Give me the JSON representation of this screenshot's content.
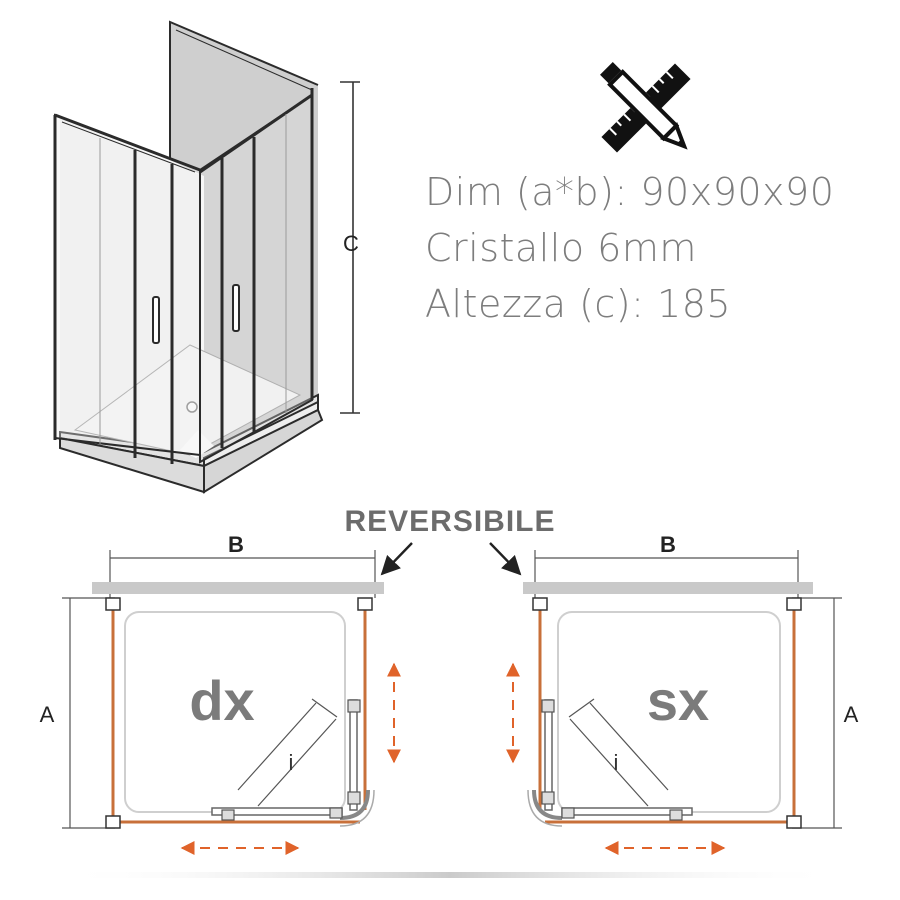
{
  "specs": {
    "dimensions": "Dim (a*b): 90x90x90",
    "glass": "Cristallo 6mm",
    "height": "Altezza (c): 185"
  },
  "labels": {
    "height_c": "C",
    "reversible": "REVERSIBILE",
    "width_b_left": "B",
    "width_b_right": "B",
    "depth_a_left": "A",
    "depth_a_right": "A",
    "right_version": "dx",
    "left_version": "sx",
    "entry_left": "i",
    "entry_right": "i"
  },
  "colors": {
    "frame": "#c8703a",
    "arrow": "#e0632a",
    "line": "#333333",
    "text_gray": "#7d7d7d",
    "wall": "#c9c9c9"
  },
  "icons": {
    "tools": "pencil-ruler-icon"
  }
}
